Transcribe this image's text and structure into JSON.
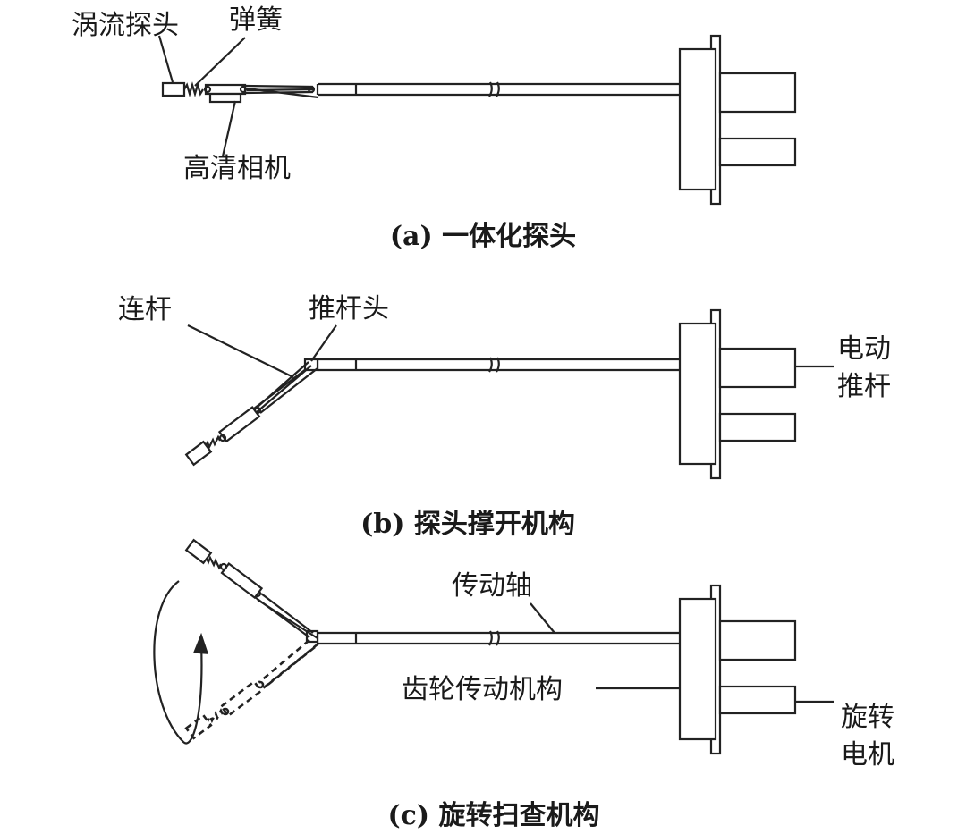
{
  "panel_a": {
    "caption": "(a) 一体化探头",
    "labels": {
      "eddy_probe": "涡流探头",
      "spring": "弹簧",
      "hd_camera": "高清相机"
    }
  },
  "panel_b": {
    "caption": "(b) 探头撑开机构",
    "labels": {
      "link_rod": "连杆",
      "push_rod_head": "推杆头",
      "electric_push_rod_line1": "电动",
      "electric_push_rod_line2": "推杆"
    }
  },
  "panel_c": {
    "caption": "(c) 旋转扫查机构",
    "labels": {
      "drive_shaft": "传动轴",
      "gear_drive": "齿轮传动机构",
      "rotary_motor_line1": "旋转",
      "rotary_motor_line2": "电机"
    }
  }
}
